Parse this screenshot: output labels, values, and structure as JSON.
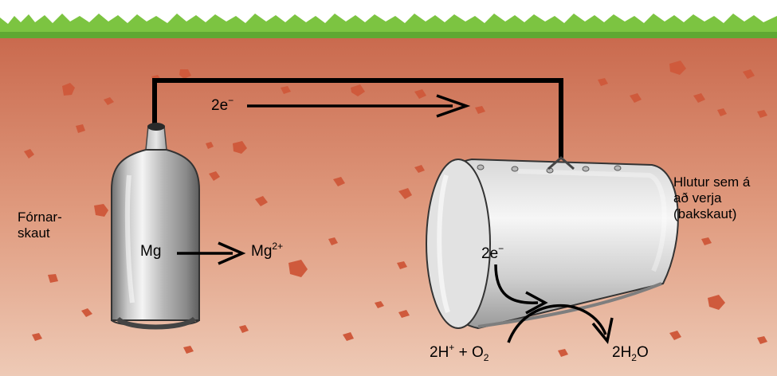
{
  "labels": {
    "sacrificial_line1": "Fórnar-",
    "sacrificial_line2": "skaut",
    "protected_line1": "Hlutur sem á",
    "protected_line2": "að verja",
    "protected_line3": "(bakskaut)",
    "mg": "Mg",
    "mg_ion": "Mg",
    "mg_ion_charge": "2+",
    "wire_electrons": "2e",
    "wire_electrons_sign": "−",
    "tank_electrons": "2e",
    "tank_electrons_sign": "−",
    "react_2h": "2H",
    "react_h_charge": "+",
    "react_plus_o": " + O",
    "react_o_sub": "2",
    "product_2h": "2H",
    "product_h_sub": "2",
    "product_o": "O"
  },
  "colors": {
    "grass": "#7cc441",
    "soil_top": "#c8664a",
    "soil_bottom": "#ecc2ad",
    "pebble": "#cf5a3c",
    "wire": "#000000"
  },
  "icons": {
    "anode": "magnesium-cylinder-icon",
    "tank": "steel-tank-icon"
  }
}
